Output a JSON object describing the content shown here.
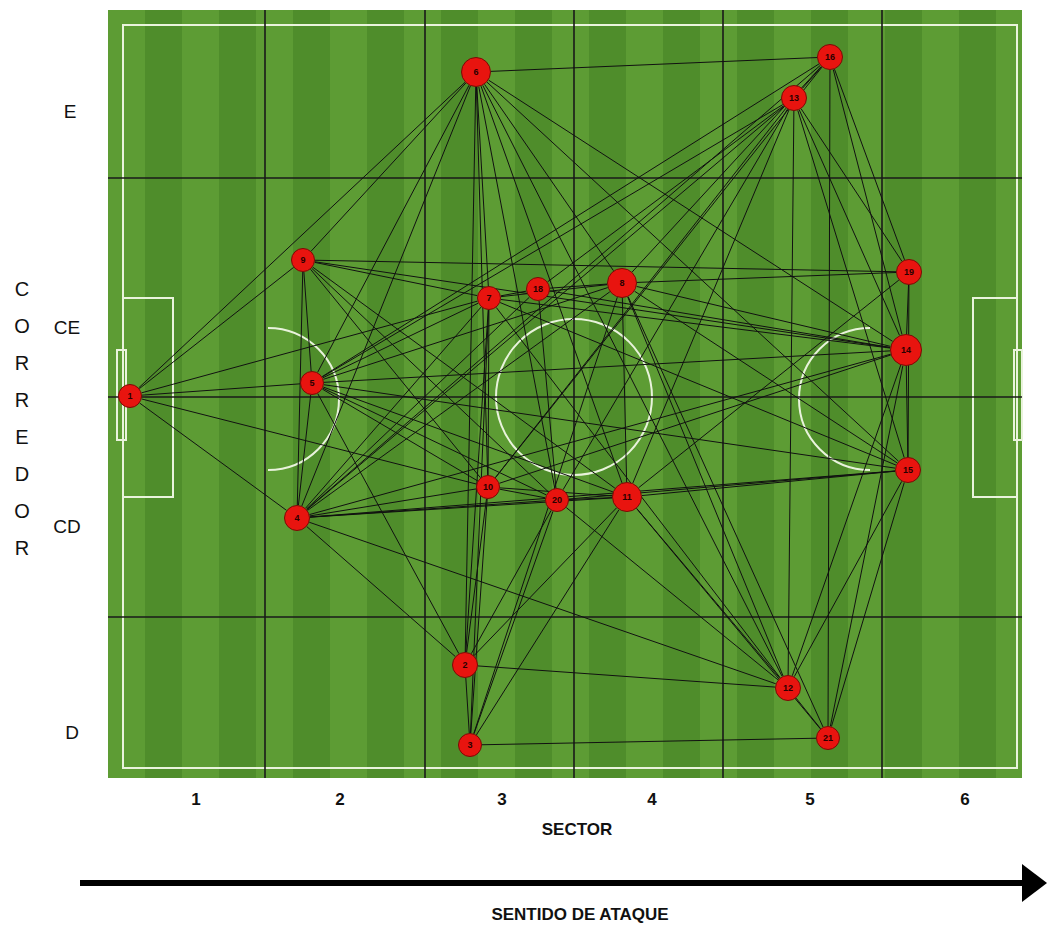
{
  "diagram": {
    "nodes": [
      {
        "text": [
          "1"
        ]
      },
      {
        "text": [
          "2"
        ]
      },
      {
        "text": [
          "3"
        ]
      },
      {
        "text": [
          "4"
        ]
      },
      {
        "text": [
          "5"
        ]
      },
      {
        "text": [
          "6"
        ]
      },
      {
        "text": [
          "7"
        ]
      },
      {
        "text": [
          "8"
        ]
      },
      {
        "text": [
          "9"
        ]
      },
      {
        "text": [
          "10"
        ]
      },
      {
        "text": [
          "11"
        ]
      },
      {
        "text": [
          "12"
        ]
      },
      {
        "text": [
          "13"
        ]
      },
      {
        "text": [
          "14"
        ]
      },
      {
        "text": [
          "15"
        ]
      },
      {
        "text": [
          "16"
        ]
      },
      {
        "text": [
          "18"
        ]
      },
      {
        "text": [
          "19"
        ]
      },
      {
        "text": [
          "20"
        ]
      },
      {
        "text": [
          "21"
        ]
      }
    ],
    "edges": [
      {
        "from": 0,
        "to": 5,
        "arrow": "none"
      },
      {
        "from": 0,
        "to": 8,
        "arrow": "none"
      },
      {
        "from": 0,
        "to": 4,
        "arrow": "none"
      },
      {
        "from": 0,
        "to": 3,
        "arrow": "none"
      },
      {
        "from": 0,
        "to": 9,
        "arrow": "none"
      },
      {
        "from": 0,
        "to": 6,
        "arrow": "none"
      },
      {
        "from": 5,
        "to": 15,
        "arrow": "none"
      },
      {
        "from": 5,
        "to": 8,
        "arrow": "none"
      },
      {
        "from": 5,
        "to": 4,
        "arrow": "none"
      },
      {
        "from": 5,
        "to": 3,
        "arrow": "none"
      },
      {
        "from": 5,
        "to": 6,
        "arrow": "none"
      },
      {
        "from": 5,
        "to": 9,
        "arrow": "none"
      },
      {
        "from": 5,
        "to": 18,
        "arrow": "none"
      },
      {
        "from": 5,
        "to": 10,
        "arrow": "none"
      },
      {
        "from": 5,
        "to": 7,
        "arrow": "none"
      },
      {
        "from": 5,
        "to": 13,
        "arrow": "none"
      },
      {
        "from": 5,
        "to": 14,
        "arrow": "none"
      },
      {
        "from": 5,
        "to": 11,
        "arrow": "none"
      },
      {
        "from": 5,
        "to": 1,
        "arrow": "none"
      },
      {
        "from": 8,
        "to": 4,
        "arrow": "none"
      },
      {
        "from": 8,
        "to": 3,
        "arrow": "none"
      },
      {
        "from": 8,
        "to": 6,
        "arrow": "none"
      },
      {
        "from": 8,
        "to": 17,
        "arrow": "none"
      },
      {
        "from": 8,
        "to": 13,
        "arrow": "none"
      },
      {
        "from": 8,
        "to": 18,
        "arrow": "none"
      },
      {
        "from": 8,
        "to": 10,
        "arrow": "none"
      },
      {
        "from": 8,
        "to": 9,
        "arrow": "none"
      },
      {
        "from": 4,
        "to": 3,
        "arrow": "none"
      },
      {
        "from": 4,
        "to": 6,
        "arrow": "none"
      },
      {
        "from": 4,
        "to": 7,
        "arrow": "none"
      },
      {
        "from": 4,
        "to": 12,
        "arrow": "none"
      },
      {
        "from": 4,
        "to": 13,
        "arrow": "none"
      },
      {
        "from": 4,
        "to": 14,
        "arrow": "none"
      },
      {
        "from": 4,
        "to": 9,
        "arrow": "none"
      },
      {
        "from": 4,
        "to": 18,
        "arrow": "none"
      },
      {
        "from": 4,
        "to": 10,
        "arrow": "none"
      },
      {
        "from": 4,
        "to": 1,
        "arrow": "none"
      },
      {
        "from": 4,
        "to": 15,
        "arrow": "none"
      },
      {
        "from": 3,
        "to": 6,
        "arrow": "none"
      },
      {
        "from": 3,
        "to": 16,
        "arrow": "none"
      },
      {
        "from": 3,
        "to": 7,
        "arrow": "none"
      },
      {
        "from": 3,
        "to": 9,
        "arrow": "none"
      },
      {
        "from": 3,
        "to": 18,
        "arrow": "none"
      },
      {
        "from": 3,
        "to": 10,
        "arrow": "none"
      },
      {
        "from": 3,
        "to": 12,
        "arrow": "none"
      },
      {
        "from": 3,
        "to": 15,
        "arrow": "none"
      },
      {
        "from": 3,
        "to": 14,
        "arrow": "none"
      },
      {
        "from": 3,
        "to": 1,
        "arrow": "none"
      },
      {
        "from": 3,
        "to": 11,
        "arrow": "none"
      },
      {
        "from": 3,
        "to": 13,
        "arrow": "none"
      },
      {
        "from": 6,
        "to": 16,
        "arrow": "none"
      },
      {
        "from": 6,
        "to": 7,
        "arrow": "none"
      },
      {
        "from": 6,
        "to": 9,
        "arrow": "none"
      },
      {
        "from": 6,
        "to": 1,
        "arrow": "none"
      },
      {
        "from": 6,
        "to": 2,
        "arrow": "none"
      },
      {
        "from": 6,
        "to": 13,
        "arrow": "none"
      },
      {
        "from": 6,
        "to": 14,
        "arrow": "none"
      },
      {
        "from": 6,
        "to": 11,
        "arrow": "none"
      },
      {
        "from": 16,
        "to": 7,
        "arrow": "none"
      },
      {
        "from": 16,
        "to": 18,
        "arrow": "none"
      },
      {
        "from": 16,
        "to": 13,
        "arrow": "none"
      },
      {
        "from": 16,
        "to": 12,
        "arrow": "none"
      },
      {
        "from": 7,
        "to": 17,
        "arrow": "none"
      },
      {
        "from": 7,
        "to": 13,
        "arrow": "none"
      },
      {
        "from": 7,
        "to": 10,
        "arrow": "none"
      },
      {
        "from": 7,
        "to": 11,
        "arrow": "none"
      },
      {
        "from": 7,
        "to": 19,
        "arrow": "none"
      },
      {
        "from": 7,
        "to": 15,
        "arrow": "none"
      },
      {
        "from": 7,
        "to": 14,
        "arrow": "none"
      },
      {
        "from": 9,
        "to": 18,
        "arrow": "none"
      },
      {
        "from": 9,
        "to": 10,
        "arrow": "none"
      },
      {
        "from": 9,
        "to": 1,
        "arrow": "none"
      },
      {
        "from": 9,
        "to": 2,
        "arrow": "none"
      },
      {
        "from": 9,
        "to": 12,
        "arrow": "none"
      },
      {
        "from": 9,
        "to": 15,
        "arrow": "none"
      },
      {
        "from": 9,
        "to": 13,
        "arrow": "none"
      },
      {
        "from": 18,
        "to": 10,
        "arrow": "none"
      },
      {
        "from": 18,
        "to": 1,
        "arrow": "none"
      },
      {
        "from": 18,
        "to": 2,
        "arrow": "none"
      },
      {
        "from": 18,
        "to": 12,
        "arrow": "none"
      },
      {
        "from": 18,
        "to": 11,
        "arrow": "none"
      },
      {
        "from": 18,
        "to": 14,
        "arrow": "none"
      },
      {
        "from": 10,
        "to": 14,
        "arrow": "none"
      },
      {
        "from": 10,
        "to": 12,
        "arrow": "none"
      },
      {
        "from": 10,
        "to": 11,
        "arrow": "none"
      },
      {
        "from": 10,
        "to": 19,
        "arrow": "none"
      },
      {
        "from": 10,
        "to": 2,
        "arrow": "none"
      },
      {
        "from": 10,
        "to": 17,
        "arrow": "none"
      },
      {
        "from": 1,
        "to": 2,
        "arrow": "none"
      },
      {
        "from": 1,
        "to": 11,
        "arrow": "none"
      },
      {
        "from": 1,
        "to": 10,
        "arrow": "none"
      },
      {
        "from": 2,
        "to": 19,
        "arrow": "none"
      },
      {
        "from": 2,
        "to": 7,
        "arrow": "none"
      },
      {
        "from": 11,
        "to": 19,
        "arrow": "none"
      },
      {
        "from": 11,
        "to": 12,
        "arrow": "none"
      },
      {
        "from": 11,
        "to": 14,
        "arrow": "none"
      },
      {
        "from": 11,
        "to": 13,
        "arrow": "none"
      },
      {
        "from": 12,
        "to": 15,
        "arrow": "none"
      },
      {
        "from": 12,
        "to": 13,
        "arrow": "none"
      },
      {
        "from": 12,
        "to": 17,
        "arrow": "none"
      },
      {
        "from": 12,
        "to": 14,
        "arrow": "none"
      },
      {
        "from": 15,
        "to": 13,
        "arrow": "none"
      },
      {
        "from": 15,
        "to": 17,
        "arrow": "none"
      },
      {
        "from": 13,
        "to": 17,
        "arrow": "none"
      },
      {
        "from": 13,
        "to": 14,
        "arrow": "none"
      },
      {
        "from": 13,
        "to": 19,
        "arrow": "none"
      },
      {
        "from": 14,
        "to": 19,
        "arrow": "none"
      },
      {
        "from": 14,
        "to": 17,
        "arrow": "none"
      },
      {
        "from": 19,
        "to": 15,
        "arrow": "none"
      }
    ],
    "labels": [
      "E",
      "CE",
      "CD",
      "D",
      "CORREDOR",
      "1",
      "2",
      "3",
      "4",
      "5",
      "6",
      "SECTOR",
      "SENTIDO DE ATAQUE"
    ]
  }
}
